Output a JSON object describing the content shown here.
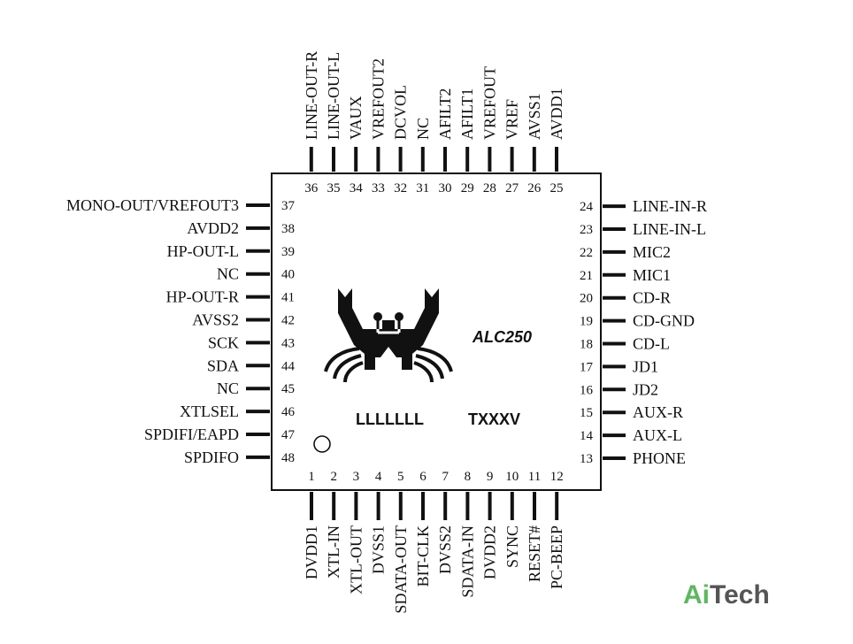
{
  "chip": {
    "model": "ALC250",
    "marking_left": "LLLLLLL",
    "marking_right": "TXXXV"
  },
  "pins": {
    "bottom": [
      {
        "num": "1",
        "name": "DVDD1"
      },
      {
        "num": "2",
        "name": "XTL-IN"
      },
      {
        "num": "3",
        "name": "XTL-OUT"
      },
      {
        "num": "4",
        "name": "DVSS1"
      },
      {
        "num": "5",
        "name": "SDATA-OUT"
      },
      {
        "num": "6",
        "name": "BIT-CLK"
      },
      {
        "num": "7",
        "name": "DVSS2"
      },
      {
        "num": "8",
        "name": "SDATA-IN"
      },
      {
        "num": "9",
        "name": "DVDD2"
      },
      {
        "num": "10",
        "name": "SYNC"
      },
      {
        "num": "11",
        "name": "RESET#"
      },
      {
        "num": "12",
        "name": "PC-BEEP"
      }
    ],
    "right": [
      {
        "num": "13",
        "name": "PHONE"
      },
      {
        "num": "14",
        "name": "AUX-L"
      },
      {
        "num": "15",
        "name": "AUX-R"
      },
      {
        "num": "16",
        "name": "JD2"
      },
      {
        "num": "17",
        "name": "JD1"
      },
      {
        "num": "18",
        "name": "CD-L"
      },
      {
        "num": "19",
        "name": "CD-GND"
      },
      {
        "num": "20",
        "name": "CD-R"
      },
      {
        "num": "21",
        "name": "MIC1"
      },
      {
        "num": "22",
        "name": "MIC2"
      },
      {
        "num": "23",
        "name": "LINE-IN-L"
      },
      {
        "num": "24",
        "name": "LINE-IN-R"
      }
    ],
    "top": [
      {
        "num": "25",
        "name": "AVDD1"
      },
      {
        "num": "26",
        "name": "AVSS1"
      },
      {
        "num": "27",
        "name": "VREF"
      },
      {
        "num": "28",
        "name": "VREFOUT"
      },
      {
        "num": "29",
        "name": "AFILT1"
      },
      {
        "num": "30",
        "name": "AFILT2"
      },
      {
        "num": "31",
        "name": "NC"
      },
      {
        "num": "32",
        "name": "DCVOL"
      },
      {
        "num": "33",
        "name": "VREFOUT2"
      },
      {
        "num": "34",
        "name": "VAUX"
      },
      {
        "num": "35",
        "name": "LINE-OUT-L"
      },
      {
        "num": "36",
        "name": "LINE-OUT-R"
      }
    ],
    "left": [
      {
        "num": "37",
        "name": "MONO-OUT/VREFOUT3"
      },
      {
        "num": "38",
        "name": "AVDD2"
      },
      {
        "num": "39",
        "name": "HP-OUT-L"
      },
      {
        "num": "40",
        "name": "NC"
      },
      {
        "num": "41",
        "name": "HP-OUT-R"
      },
      {
        "num": "42",
        "name": "AVSS2"
      },
      {
        "num": "43",
        "name": "SCK"
      },
      {
        "num": "44",
        "name": "SDA"
      },
      {
        "num": "45",
        "name": "NC"
      },
      {
        "num": "46",
        "name": "XTLSEL"
      },
      {
        "num": "47",
        "name": "SPDIFI/EAPD"
      },
      {
        "num": "48",
        "name": "SPDIFO"
      }
    ]
  },
  "watermark": {
    "part1": "Ai",
    "part2": "Tech",
    "color1": "#5cb85c",
    "color2": "#555555"
  },
  "colors": {
    "ink": "#111111"
  }
}
